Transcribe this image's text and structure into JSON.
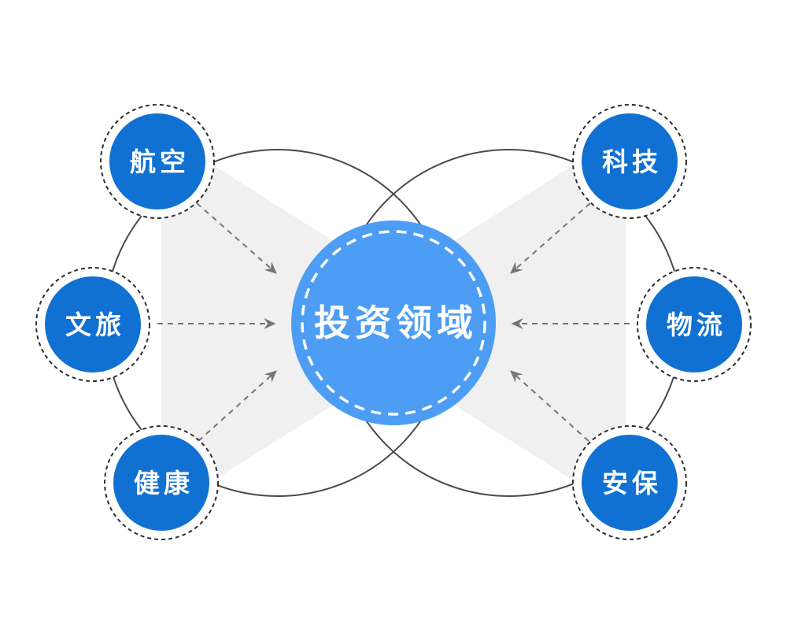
{
  "diagram": {
    "center_label": "投资领域",
    "nodes": {
      "aviation": "航空",
      "culture_tourism": "文旅",
      "health": "健康",
      "technology": "科技",
      "logistics": "物流",
      "security": "安保"
    },
    "colors": {
      "node_blue": "#1071D2",
      "center_blue": "#4C9DF3",
      "wedge_gray": "#F0F0F0",
      "ring_dark": "#2E2E2E",
      "arc_gray": "#4A4A4A",
      "arrow_gray": "#757575",
      "label_white": "#FFFFFF"
    }
  }
}
